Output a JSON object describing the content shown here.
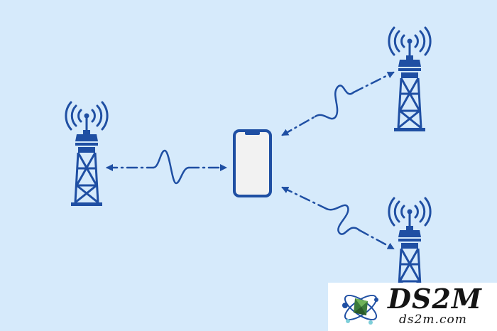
{
  "colors": {
    "background": "#d6eafb",
    "primary": "#1f4fa3",
    "phone_screen": "#f2f2f2",
    "watermark_bg": "#ffffff"
  },
  "diagram": {
    "nodes": [
      {
        "id": "tower-left",
        "icon": "cell-tower-icon"
      },
      {
        "id": "phone",
        "icon": "smartphone-icon"
      },
      {
        "id": "tower-top-right",
        "icon": "cell-tower-icon"
      },
      {
        "id": "tower-bottom-right",
        "icon": "cell-tower-icon"
      }
    ],
    "links": [
      {
        "from": "tower-left",
        "to": "phone",
        "style": "dash-dot wave, bidirectional"
      },
      {
        "from": "phone",
        "to": "tower-top-right",
        "style": "dash-dot wave, bidirectional"
      },
      {
        "from": "phone",
        "to": "tower-bottom-right",
        "style": "dash-dot wave, bidirectional"
      }
    ]
  },
  "watermark": {
    "title": "DS2M",
    "url": "ds2m.com",
    "logo_icon": "atom-logo-icon"
  }
}
